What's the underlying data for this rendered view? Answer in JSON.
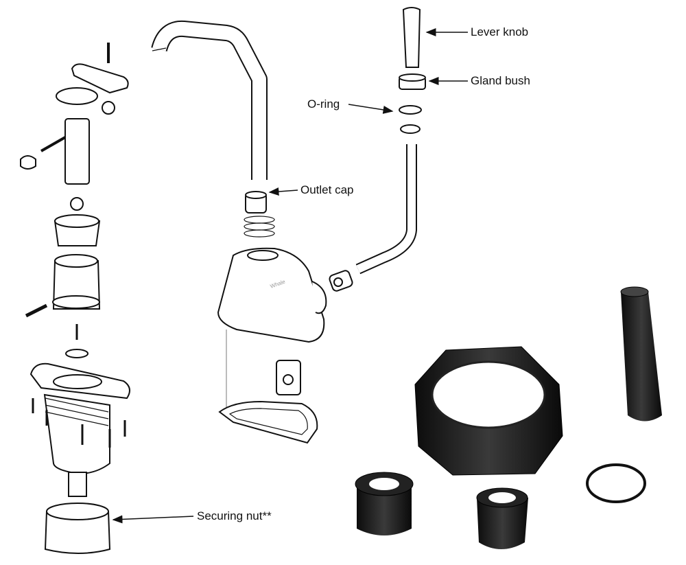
{
  "labels": {
    "lever_knob": "Lever knob",
    "gland_bush": "Gland bush",
    "o_ring": "O-ring",
    "outlet_cap": "Outlet cap",
    "securing_nut": "Securing nut**"
  },
  "colors": {
    "line": "#111111",
    "part_black": "#161616",
    "background": "#ffffff"
  }
}
